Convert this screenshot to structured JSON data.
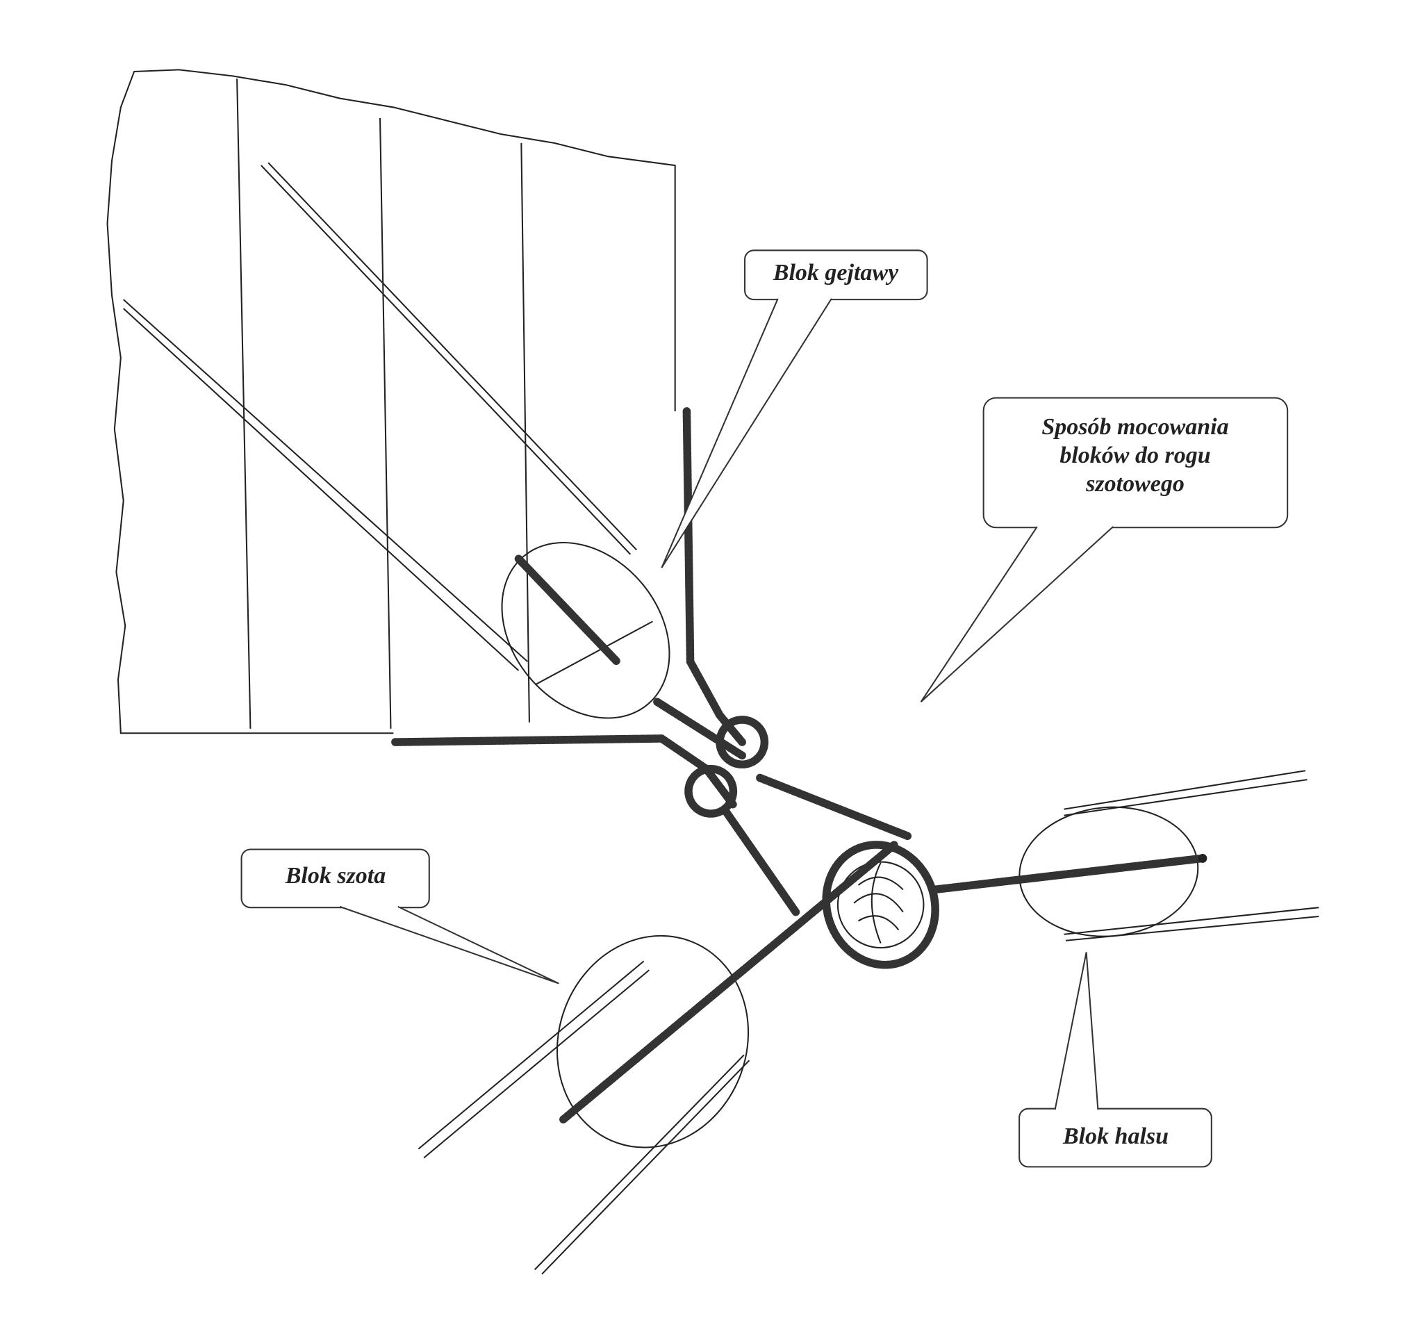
{
  "labels": {
    "gejtawy": "Blok gejtawy",
    "sposob": [
      "Sposób mocowania",
      "bloków do rogu",
      "szotowego"
    ],
    "szota": "Blok szota",
    "halsu": "Blok halsu"
  },
  "colors": {
    "ink": "#222222",
    "paper": "#ffffff"
  }
}
